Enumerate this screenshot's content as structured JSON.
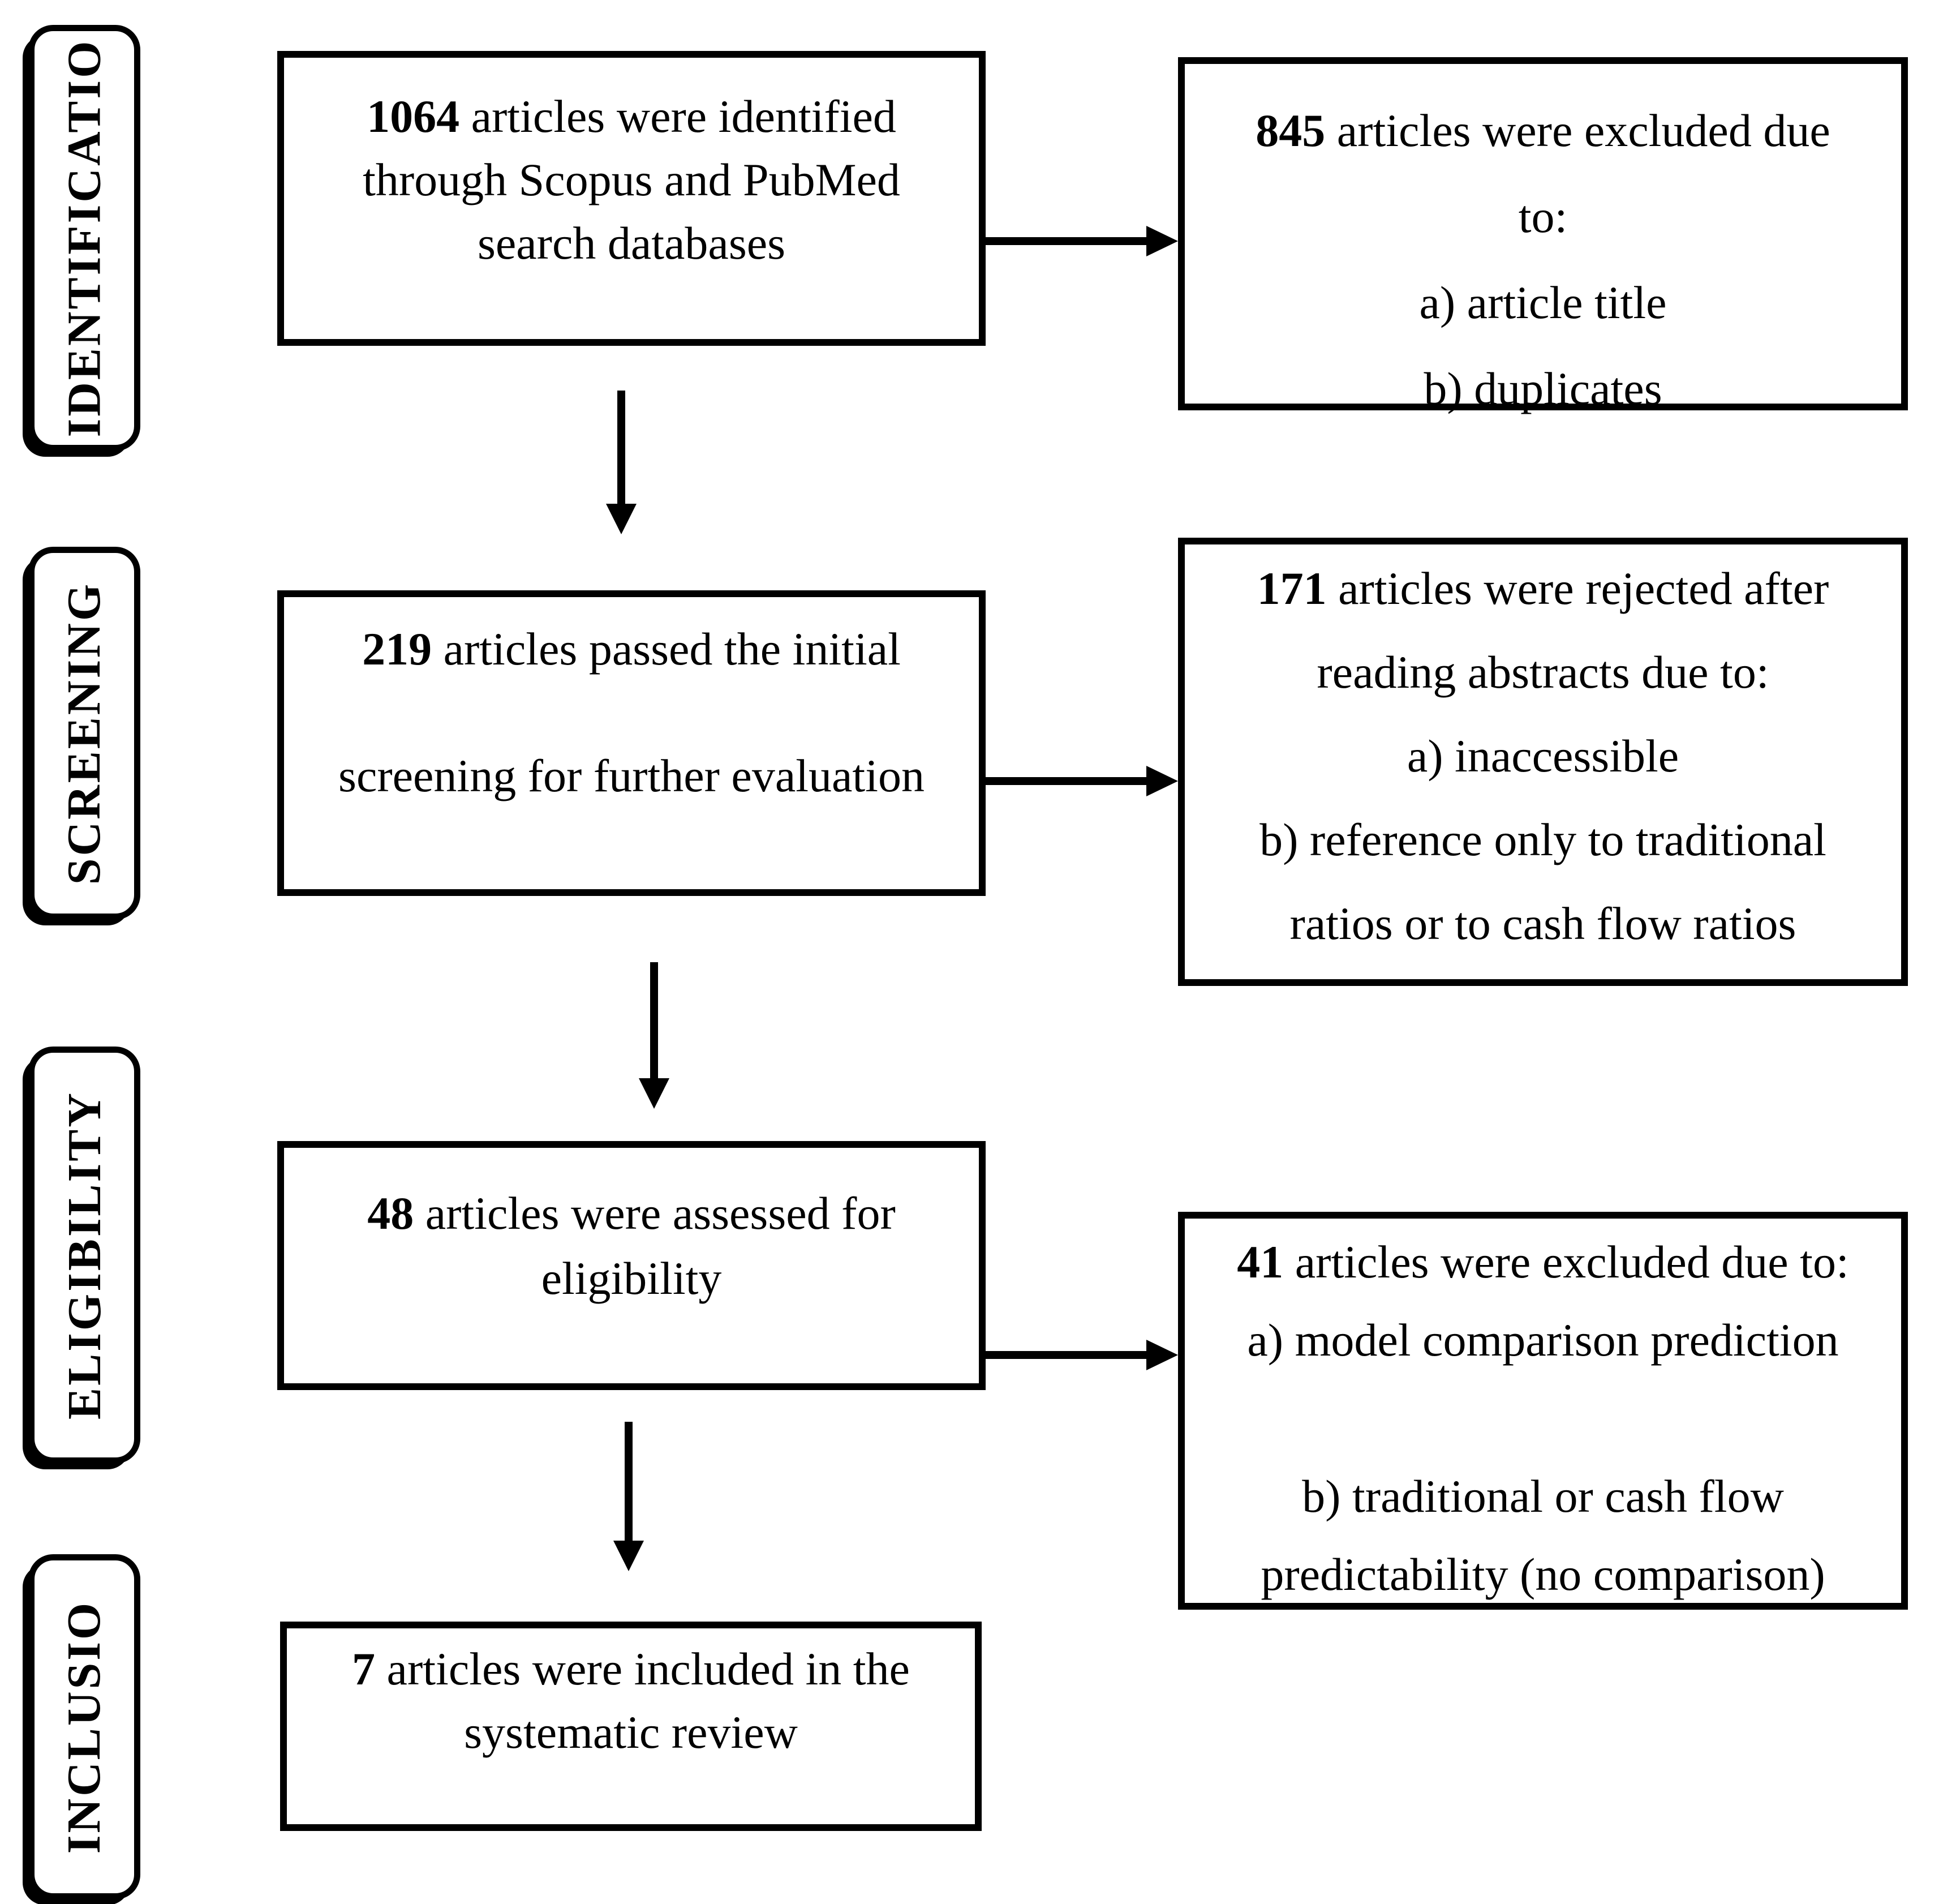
{
  "colors": {
    "ink": "#000000",
    "paper": "#ffffff"
  },
  "stages": [
    {
      "label": "IDENTIFICATIO"
    },
    {
      "label": "SCREENING"
    },
    {
      "label": "ELIGIBILITY"
    },
    {
      "label": "INCLUSIO"
    }
  ],
  "boxes": {
    "identified": {
      "num": "1064",
      "lines": [
        "articles were identified",
        "through Scopus and PubMed",
        "search databases"
      ]
    },
    "screened": {
      "num": "219",
      "lines": [
        "articles passed the initial",
        "screening for further evaluation"
      ]
    },
    "eligible": {
      "num": "48",
      "lines": [
        "articles were assessed for",
        "eligibility"
      ]
    },
    "included": {
      "num": "7",
      "lines": [
        "articles were included in the",
        "systematic review"
      ]
    },
    "excluded_title": {
      "num": "845",
      "lines": [
        "articles were excluded due",
        "to:",
        "a) article title",
        "b) duplicates"
      ]
    },
    "rejected_abstracts": {
      "num": "171",
      "lines": [
        "articles were rejected after",
        "reading abstracts due to:",
        "a) inaccessible",
        "b) reference only to traditional",
        "ratios or to cash flow ratios"
      ]
    },
    "excluded_eligibility": {
      "num": "41",
      "lines": [
        "articles were excluded due to:",
        "a) model comparison prediction",
        "",
        "b) traditional or cash flow",
        "predictability (no comparison)"
      ]
    }
  }
}
